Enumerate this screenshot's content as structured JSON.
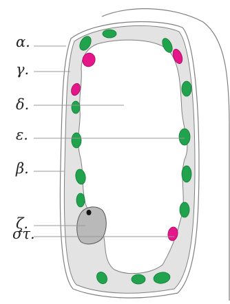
{
  "labels": {
    "alpha": "α.",
    "gamma": "γ.",
    "delta": "δ.",
    "epsilon": "ε.",
    "beta": "β.",
    "zeta": "ζ.",
    "sigma_tau": "στ."
  },
  "colors": {
    "chloroplast": "#21a34d",
    "chloroplast_edge": "#0f7a36",
    "chromoplast": "#e5158a",
    "chromoplast_edge": "#a10a5f",
    "cytoplasm": "#e3e3e3",
    "vacuole": "#ffffff",
    "nucleus": "#b9b9b9",
    "nucleolus": "#111111",
    "outline": "#7f7f7f",
    "leader_line": "#999999"
  }
}
